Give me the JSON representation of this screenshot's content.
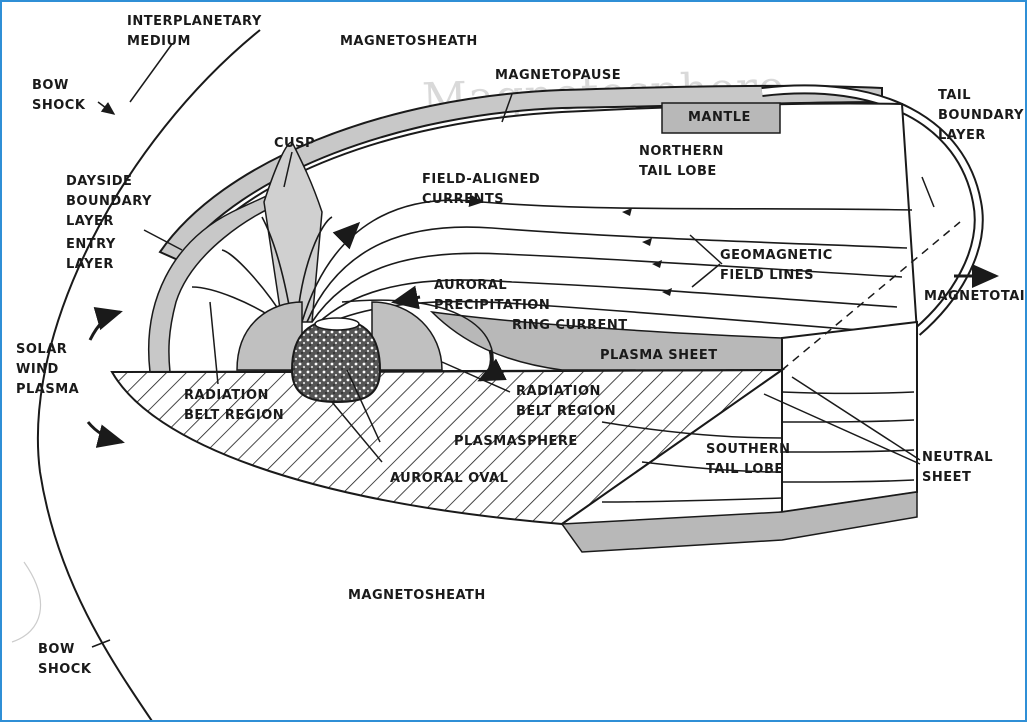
{
  "labels": {
    "interplanetary_medium": [
      "INTERPLANETARY",
      "MEDIUM"
    ],
    "magnetosheath_top": "MAGNETOSHEATH",
    "bow_shock_top": [
      "BOW",
      "SHOCK"
    ],
    "magnetopause": "MAGNETOPAUSE",
    "mantle": "MANTLE",
    "tail_boundary_layer": [
      "TAIL",
      "BOUNDARY",
      "LAYER"
    ],
    "cusp": "CUSP",
    "northern_tail_lobe": [
      "NORTHERN",
      "TAIL LOBE"
    ],
    "dayside_boundary_layer": [
      "DAYSIDE",
      "BOUNDARY",
      "LAYER"
    ],
    "entry_layer": [
      "ENTRY",
      "LAYER"
    ],
    "field_aligned_currents": [
      "FIELD-ALIGNED",
      "CURRENTS"
    ],
    "geomagnetic_field_lines": [
      "GEOMAGNETIC",
      "FIELD LINES"
    ],
    "auroral_precipitation": [
      "AURORAL",
      "PRECIPITATION"
    ],
    "magnetotail": "MAGNETOTAIL",
    "ring_current": "RING CURRENT",
    "solar_wind_plasma": [
      "SOLAR",
      "WIND",
      "PLASMA"
    ],
    "plasma_sheet": "PLASMA SHEET",
    "radiation_belt_left": [
      "RADIATION",
      "BELT REGION"
    ],
    "radiation_belt_right": [
      "RADIATION",
      "BELT REGION"
    ],
    "plasmasphere": "PLASMASPHERE",
    "southern_tail_lobe": [
      "SOUTHERN",
      "TAIL LOBE"
    ],
    "neutral_sheet": [
      "NEUTRAL",
      "SHEET"
    ],
    "auroral_oval": "AURORAL OVAL",
    "magnetosheath_bottom": "MAGNETOSHEATH",
    "bow_shock_bottom": [
      "BOW",
      "SHOCK"
    ]
  },
  "background_text": "Magnetosphere",
  "colors": {
    "frame_border": "#2f8fd6",
    "ink": "#1a1a1a",
    "shade": "#b8b8b8",
    "paper": "#ffffff"
  },
  "icons": {
    "earth": "earth-icon",
    "flow_arrows": "flow-arrow-icon"
  }
}
